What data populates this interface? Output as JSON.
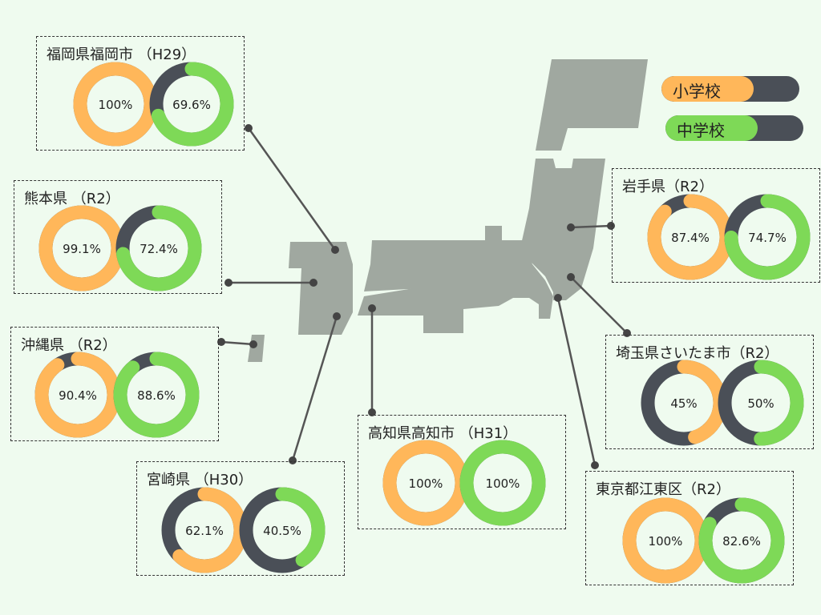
{
  "legend": {
    "elementary_label": "小学校",
    "junior_label": "中学校"
  },
  "colors": {
    "background": "#effbef",
    "elementary": "#ffb75a",
    "junior": "#7ed957",
    "remainder": "#4a4f57",
    "map": "#a0a8a0",
    "connector": "#555555"
  },
  "chart_data": {
    "type": "donut",
    "series": [
      {
        "name": "小学校",
        "color": "#ffb75a"
      },
      {
        "name": "中学校",
        "color": "#7ed957"
      }
    ],
    "regions": [
      {
        "id": "fukuoka",
        "title": "福岡県福岡市 （H29）",
        "elementary": 100,
        "junior": 69.6,
        "elementary_label": "100%",
        "junior_label": "69.6%"
      },
      {
        "id": "kumamoto",
        "title": "熊本県 （R2）",
        "elementary": 99.1,
        "junior": 72.4,
        "elementary_label": "99.1%",
        "junior_label": "72.4%"
      },
      {
        "id": "okinawa",
        "title": "沖縄県 （R2）",
        "elementary": 90.4,
        "junior": 88.6,
        "elementary_label": "90.4%",
        "junior_label": "88.6%"
      },
      {
        "id": "miyazaki",
        "title": "宮崎県 （H30）",
        "elementary": 62.1,
        "junior": 40.5,
        "elementary_label": "62.1%",
        "junior_label": "40.5%"
      },
      {
        "id": "kochi",
        "title": "高知県高知市 （H31）",
        "elementary": 100,
        "junior": 100,
        "elementary_label": "100%",
        "junior_label": "100%"
      },
      {
        "id": "iwate",
        "title": "岩手県（R2）",
        "elementary": 87.4,
        "junior": 74.7,
        "elementary_label": "87.4%",
        "junior_label": "74.7%"
      },
      {
        "id": "saitama",
        "title": "埼玉県さいたま市（R2）",
        "elementary": 45,
        "junior": 50,
        "elementary_label": "45%",
        "junior_label": "50%"
      },
      {
        "id": "koto",
        "title": "東京都江東区（R2）",
        "elementary": 100,
        "junior": 82.6,
        "elementary_label": "100%",
        "junior_label": "82.6%"
      }
    ]
  }
}
